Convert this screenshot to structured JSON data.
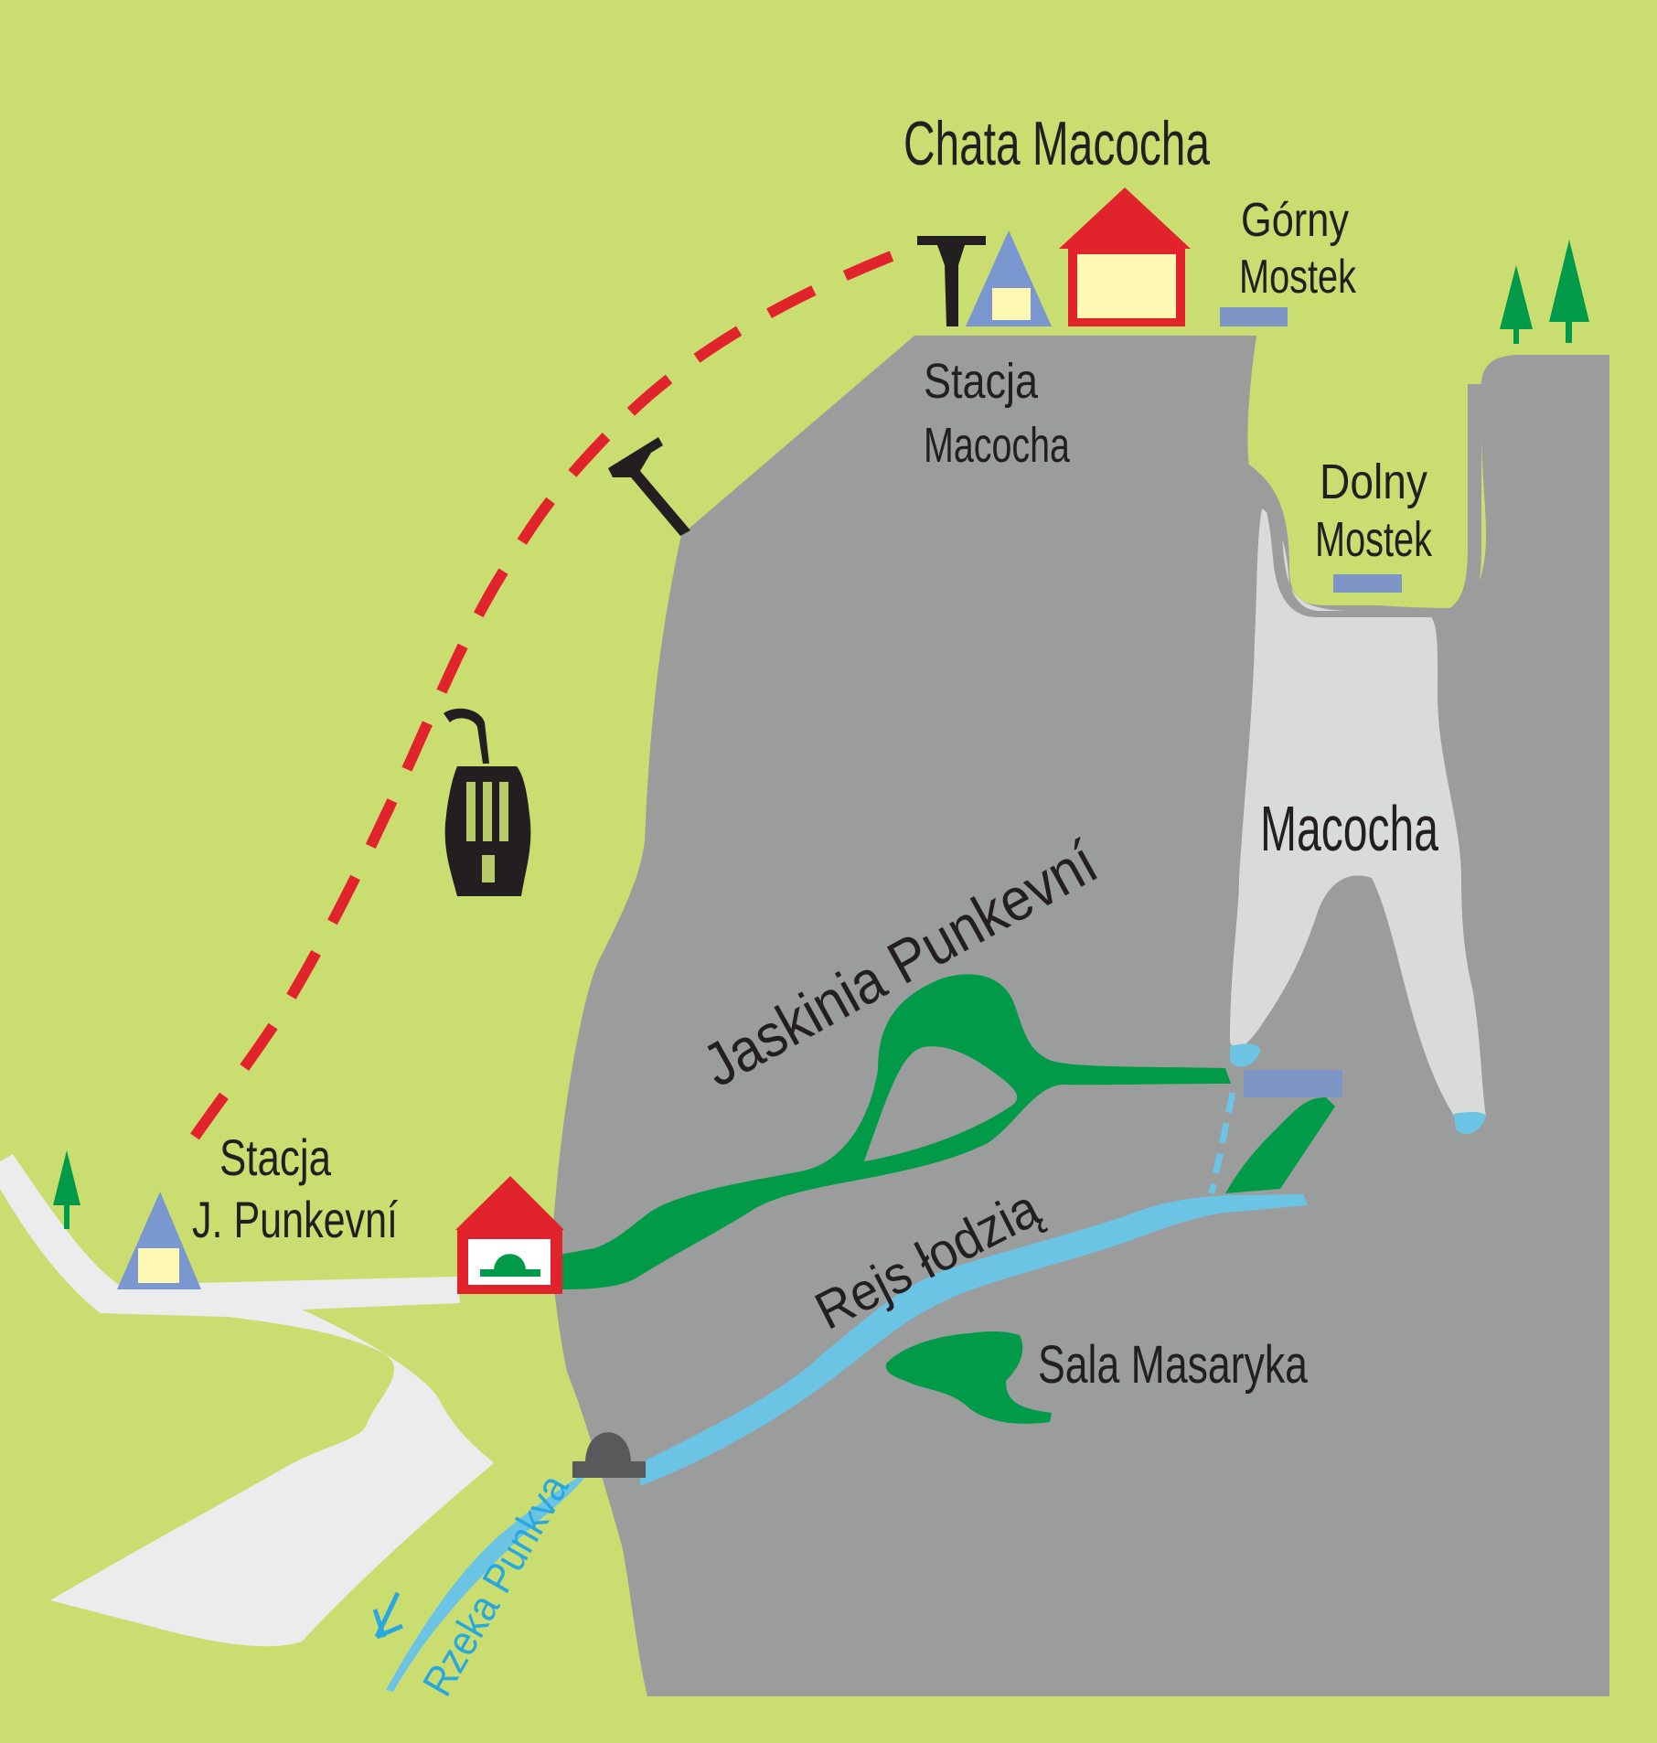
{
  "colors": {
    "meadow": "#cadd70",
    "rock": "#9b9d9d",
    "abyss": "#d9dbda",
    "cave": "#009a48",
    "water": "#6cc4e5",
    "road": "#ebedec",
    "cable": "#e1232b",
    "roof": "#e1232b",
    "hut": "#7b97cf",
    "cream": "#fff8b2",
    "ink": "#231f20",
    "bridge": "#7d96c6"
  },
  "icons": {
    "cable_car": "cable-car-icon",
    "pylon": "cable-pylon-icon",
    "station": "station-hut-icon",
    "chalet": "chalet-icon",
    "cave_entrance": "cave-entrance-icon",
    "boat_exit": "tunnel-exit-icon",
    "tree": "tree-icon",
    "bridge": "bridge-icon"
  },
  "labels": {
    "chata_macocha": "Chata Macocha",
    "gorny_mostek_1": "Górny",
    "gorny_mostek_2": "Mostek",
    "stacja_macocha_1": "Stacja",
    "stacja_macocha_2": "Macocha",
    "dolny_mostek_1": "Dolny",
    "dolny_mostek_2": "Mostek",
    "macocha": "Macocha",
    "jaskinia": "Jaskinia Punkevní",
    "stacja_punkevni_1": "Stacja",
    "stacja_punkevni_2": "J. Punkevní",
    "rejs_lodzia": "Rejs łodzią",
    "sala_masaryka": "Sala Masaryka",
    "rzeka_punkva": "Rzeka Punkva"
  }
}
